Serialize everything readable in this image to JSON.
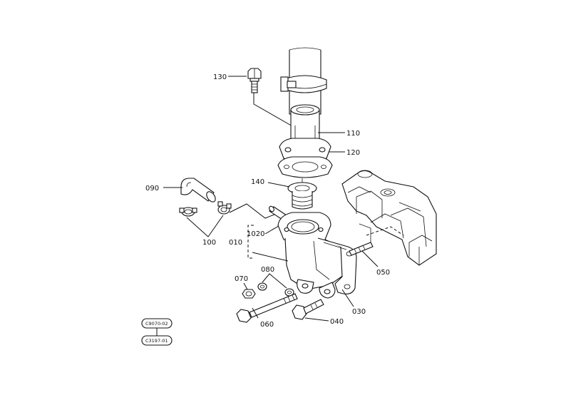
{
  "callouts": {
    "p130": "130",
    "p110": "110",
    "p120": "120",
    "p140": "140",
    "p090": "090",
    "p100": "100",
    "p1020": "1020",
    "p010": "010",
    "p070": "070",
    "p080": "080",
    "p050": "050",
    "p030": "030",
    "p060": "060",
    "p040": "040"
  },
  "codes": {
    "top": "C9070-02",
    "bottom": "C3197-01"
  }
}
